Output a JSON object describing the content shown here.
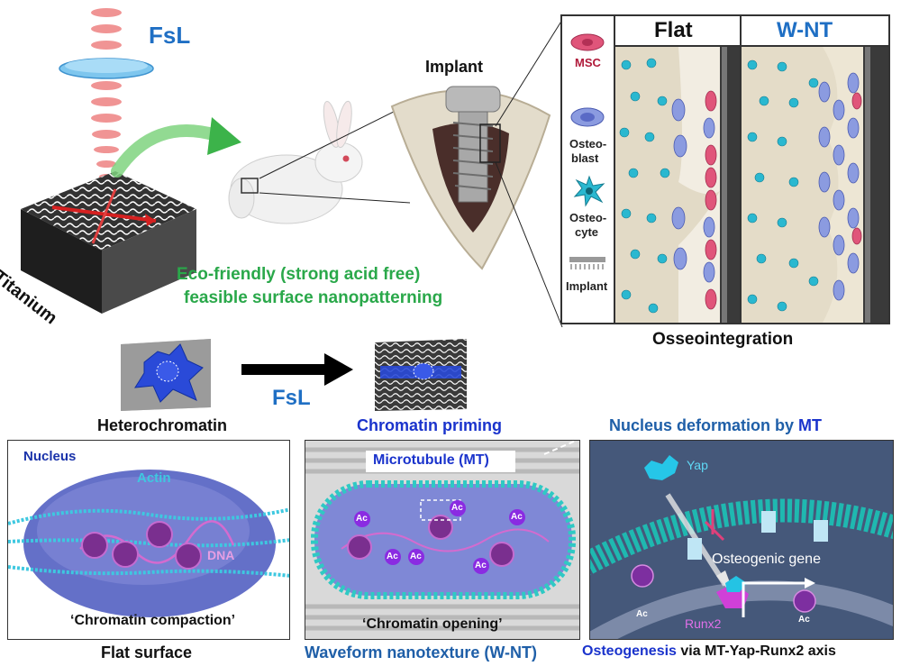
{
  "top": {
    "fsl_label": "FsL",
    "titanium_label": "Titanium",
    "eco_line1": "Eco-friendly (strong acid free)",
    "eco_line2": "feasible surface nanopatterning",
    "implant_label": "Implant"
  },
  "legend": {
    "msc": "MSC",
    "osteoblast_line1": "Osteo-",
    "osteoblast_line2": "blast",
    "osteocyte_line1": "Osteo-",
    "osteocyte_line2": "cyte",
    "implant": "Implant"
  },
  "panel_right": {
    "flat_header": "Flat",
    "wnt_header": "W-NT",
    "caption": "Osseointegration"
  },
  "middle": {
    "heterochromatin": "Heterochromatin",
    "fsl_arrow_label": "FsL",
    "chromatin_priming": "Chromatin priming",
    "nucleus_deformation": "Nucleus deformation by",
    "mt_abbrev": "MT"
  },
  "bottom_left": {
    "nucleus": "Nucleus",
    "actin": "Actin",
    "dna": "DNA",
    "caption": "‘Chromatin compaction’",
    "below": "Flat surface"
  },
  "bottom_mid": {
    "microtubule": "Microtubule (MT)",
    "ac": "Ac",
    "caption": "‘Chromatin opening’",
    "below": "Waveform nanotexture (W-NT)"
  },
  "bottom_right": {
    "yap": "Yap",
    "osteogenic_gene": "Osteogenic gene",
    "runx2": "Runx2",
    "ac": "Ac",
    "below_highlight": "Osteogenesis",
    "below_rest": "via MT-Yap-Runx2 axis"
  },
  "colors": {
    "fsl_blue": "#1f6fc4",
    "eco_green": "#2aa84a",
    "chromatin_blue": "#1a33cc",
    "msc_pink": "#e0557a",
    "osteoblast_blue": "#6b7fd6",
    "osteocyte_cyan": "#2ab8d0",
    "ac_purple": "#8a2be2"
  }
}
